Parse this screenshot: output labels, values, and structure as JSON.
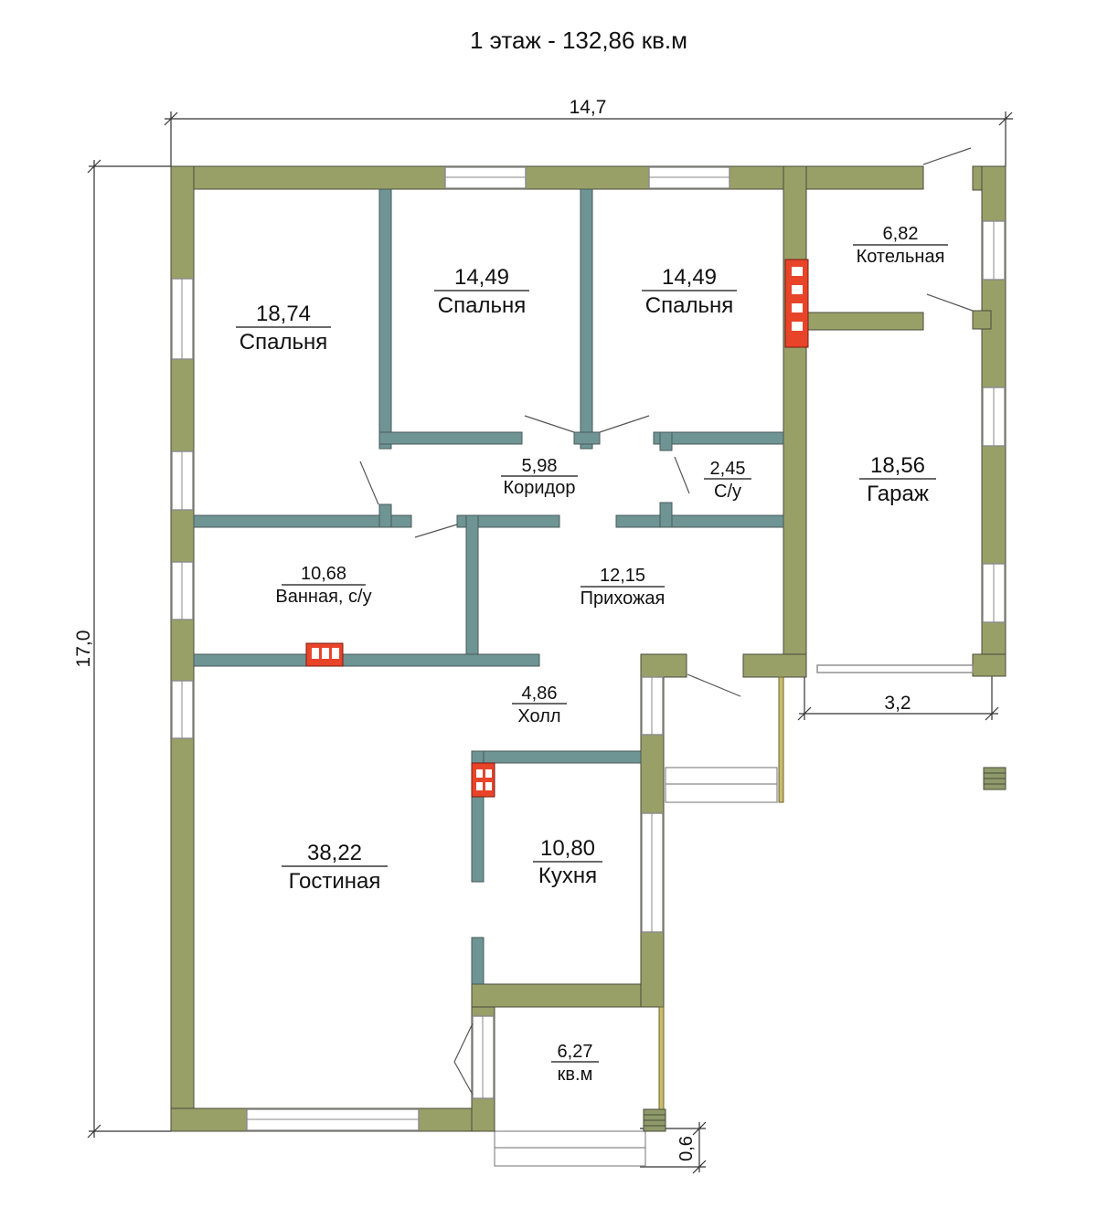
{
  "title": "1 этаж - 132,86 кв.м",
  "dimensions": {
    "width": "14,7",
    "height": "17,0",
    "garage_width": "3,2",
    "porch_offset": "0,6"
  },
  "rooms": {
    "bedroom1": {
      "area": "18,74",
      "name": "Спальня"
    },
    "bedroom2": {
      "area": "14,49",
      "name": "Спальня"
    },
    "bedroom3": {
      "area": "14,49",
      "name": "Спальня"
    },
    "boiler": {
      "area": "6,82",
      "name": "Котельная"
    },
    "corridor": {
      "area": "5,98",
      "name": "Коридор"
    },
    "wc": {
      "area": "2,45",
      "name": "С/у"
    },
    "garage": {
      "area": "18,56",
      "name": "Гараж"
    },
    "bathroom": {
      "area": "10,68",
      "name": "Ванная, с/у"
    },
    "hallway": {
      "area": "12,15",
      "name": "Прихожая"
    },
    "hall": {
      "area": "4,86",
      "name": "Холл"
    },
    "living": {
      "area": "38,22",
      "name": "Гостиная"
    },
    "kitchen": {
      "area": "10,80",
      "name": "Кухня"
    },
    "porch": {
      "area": "6,27",
      "name": "кв.м"
    }
  },
  "colors": {
    "exterior_wall": "#98a068",
    "interior_wall": "#6f9494",
    "chimney": "#e8442a"
  }
}
